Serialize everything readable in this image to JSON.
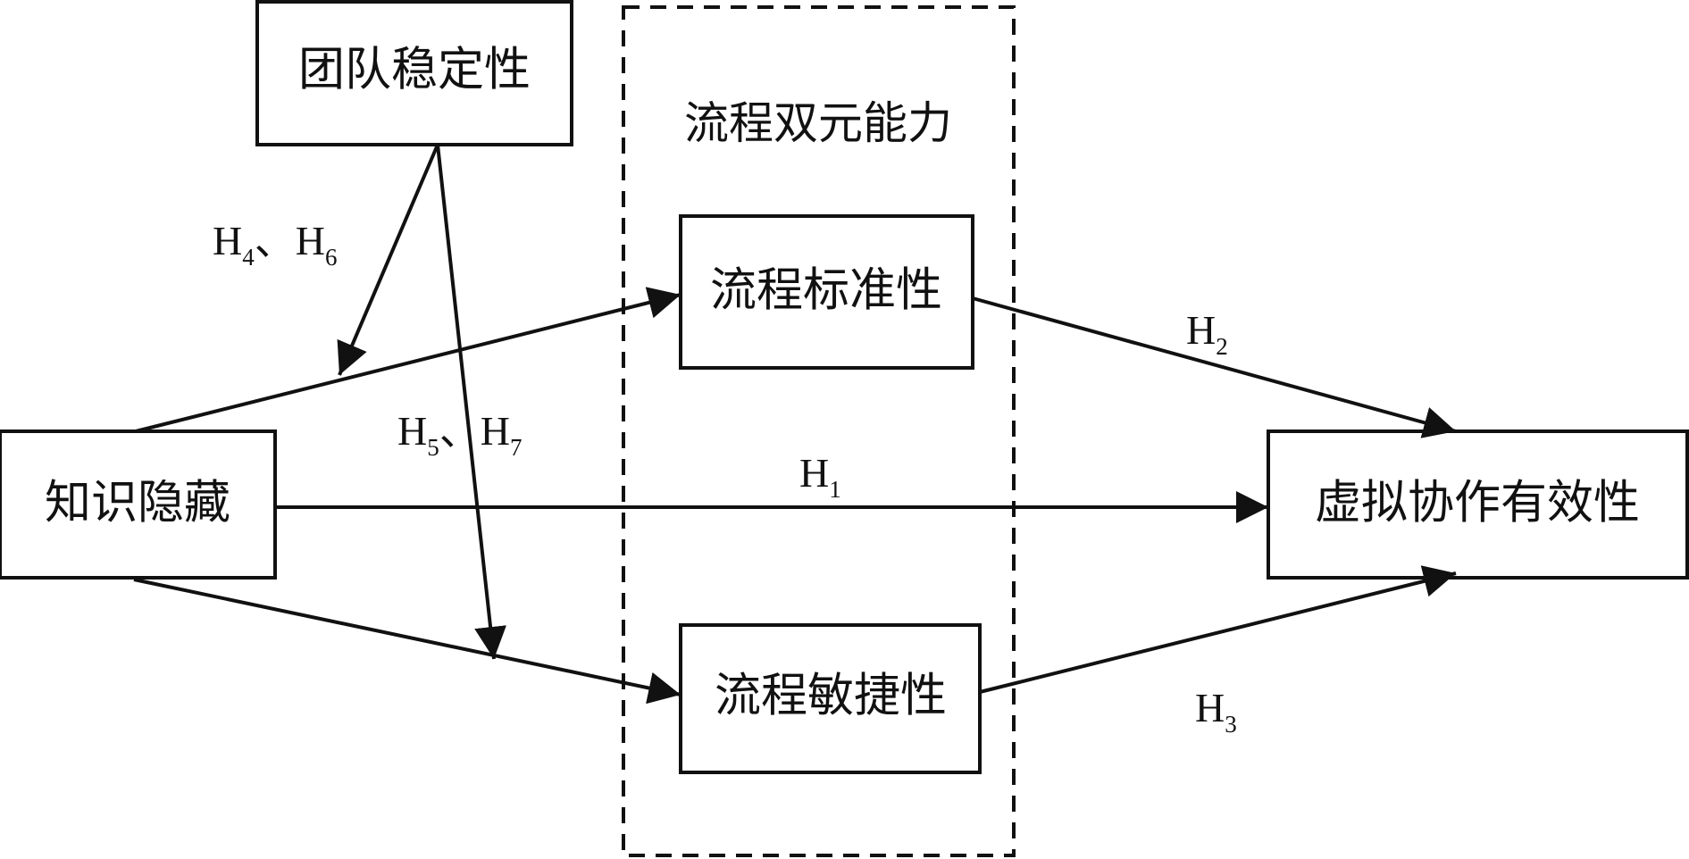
{
  "diagram": {
    "nodes": {
      "team_stability": "团队稳定性",
      "process_ambidexterity": "流程双元能力",
      "process_standardization": "流程标准性",
      "knowledge_hiding": "知识隐藏",
      "process_agility": "流程敏捷性",
      "virtual_collaboration_effectiveness": "虚拟协作有效性"
    },
    "hypotheses": {
      "h1": {
        "letter": "H",
        "sub": "1"
      },
      "h2": {
        "letter": "H",
        "sub": "2"
      },
      "h3": {
        "letter": "H",
        "sub": "3"
      },
      "h4_h6": {
        "first_letter": "H",
        "first_sub": "4",
        "separator": "、",
        "second_letter": "H",
        "second_sub": "6"
      },
      "h5_h7": {
        "first_letter": "H",
        "first_sub": "5",
        "separator": "、",
        "second_letter": "H",
        "second_sub": "7"
      }
    },
    "colors": {
      "line": "#111111",
      "background": "#ffffff"
    }
  }
}
